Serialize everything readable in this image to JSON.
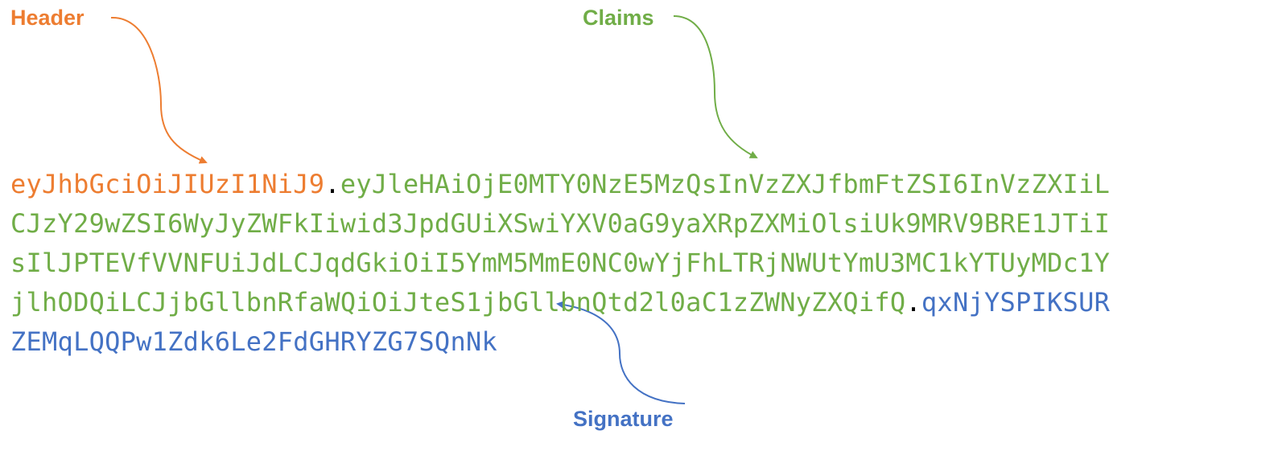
{
  "labels": {
    "header": "Header",
    "claims": "Claims",
    "signature": "Signature"
  },
  "token": {
    "header_lines": [
      "eyJhbGciOiJIUzI1NiJ9"
    ],
    "claims_lines": [
      "eyJleHAiOjE0MTY0NzE5MzQsInVzZXJfbmFtZSI6InVzZXIiL",
      "CJzY29wZSI6WyJyZWFkIiwid3JpdGUiXSwiYXV0aG9yaXRpZXMiOlsiUk9MRV9BRE1JTiI",
      "sIlJPTEVfVVNFUiJdLCJqdGkiOiI5YmM5MmE0NC0wYjFhLTRjNWUtYmU3MC1kYTUyMDc1Y",
      "jlhODQiLCJjbGllbnRfaWQiOiJteS1jbGllbnQtd2l0aC1zZWNyZXQifQ"
    ],
    "signature_lines": [
      "qxNjYSPIKSUR",
      "ZEMqLQQPw1Zdk6Le2FdGHRYZG7SQnNk"
    ],
    "separator": "."
  },
  "colors": {
    "header": "#ED7D31",
    "claims": "#70AD47",
    "signature": "#4472C4",
    "separator": "#000000"
  }
}
